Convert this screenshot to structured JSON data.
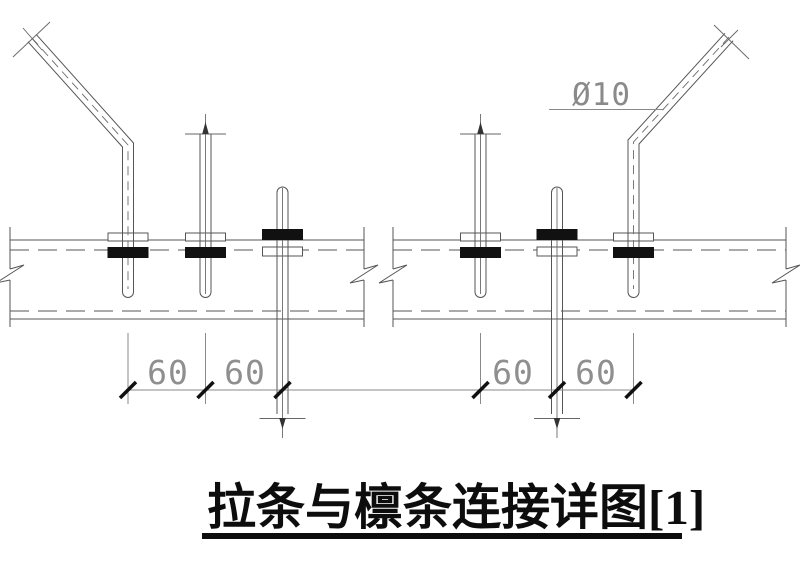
{
  "drawing": {
    "diameter_label": "Ø10",
    "dimension_labels": [
      "60",
      "60",
      "60",
      "60"
    ],
    "title": "拉条与檩条连接详图[1]"
  },
  "colors": {
    "background": "#ffffff",
    "drawing_line": "#555555",
    "dimension_gray": "#8a8a8a",
    "ink_black": "#111111"
  }
}
